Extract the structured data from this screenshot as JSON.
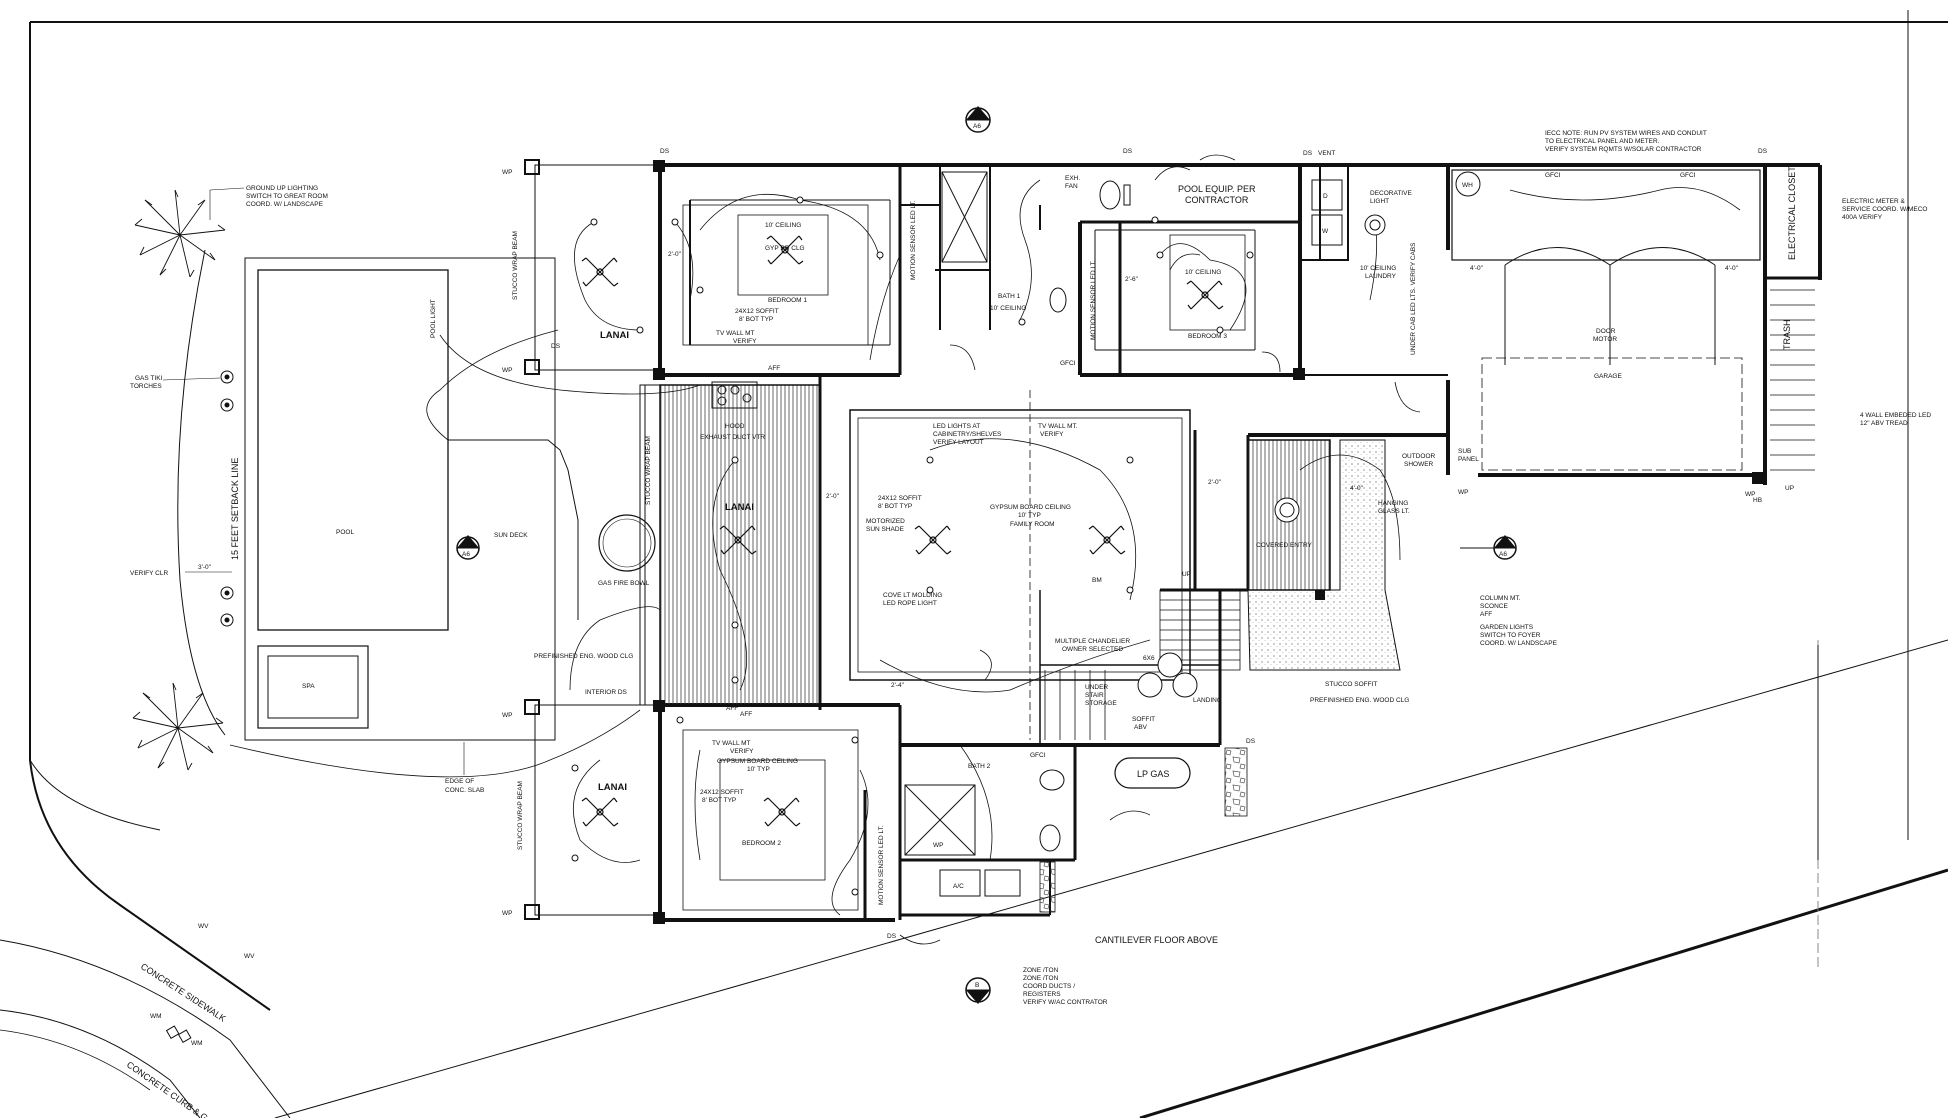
{
  "site": {
    "setback": "15 FEET SETBACK LINE",
    "verify_clr": "VERIFY CLR",
    "dim_3_0": "3'-0\"",
    "gas_tiki": [
      "GAS TIKI",
      "TORCHES"
    ],
    "pool": "POOL",
    "spa": "SPA",
    "sun_deck": "SUN DECK",
    "pool_light": "POOL LIGHT",
    "gas_fire_bowl": "GAS FIRE BOWL",
    "edge_slab": [
      "EDGE OF",
      "CONC. SLAB"
    ],
    "concrete_sidewalk": "CONCRETE SIDEWALK",
    "concrete_curb": "CONCRETE CURB & G",
    "wv": "WV",
    "wm": "WM",
    "ground_lighting": [
      "GROUND UP LIGHTING",
      "SWITCH TO GREAT ROOM",
      "COORD. W/ LANDSCAPE"
    ],
    "prefinished_wood_clg": "PREFINISHED ENG. WOOD CLG",
    "interior_ds": "INTERIOR DS",
    "stucco_wrap_beam": "STUCCO WRAP BEAM"
  },
  "rooms": {
    "lanai_top": "LANAI",
    "lanai_center": "LANAI",
    "lanai_bottom": "LANAI",
    "bedroom1": "BEDROOM 1",
    "bedroom2": "BEDROOM 2",
    "bedroom3": "BEDROOM 3",
    "bath1": "BATH 1",
    "bath2": "BATH 2",
    "laundry": "LAUNDRY",
    "garage": "GARAGE",
    "family_room": "FAMILY ROOM",
    "covered_entry": "COVERED ENTRY",
    "landing": "LANDING",
    "electrical_closet": "ELECTRICAL CLOSET",
    "trash": "TRASH",
    "pool_equip": [
      "POOL EQUIP. PER",
      "CONTRACTOR"
    ],
    "lp_gas": "LP GAS",
    "ac": "A/C",
    "outdoor_shower": [
      "OUTDOOR",
      "SHOWER"
    ]
  },
  "notes": {
    "ceiling_10": "10' CEILING",
    "gyp_bd_clg": "GYP BD CLG",
    "soffit_24x12_8": [
      "24X12 SOFFIT",
      "8' BOT TYP"
    ],
    "tv_wall_verify": [
      "TV WALL MT",
      "VERIFY"
    ],
    "tv_wall_verify2": [
      "TV WALL MT.",
      "VERIFY"
    ],
    "aff": "AFF",
    "motion_sensor": "MOTION SENSOR LED LT.",
    "bath1_ceiling": "10' CEILING",
    "exh_fan": [
      "EXH.",
      "FAN"
    ],
    "decorative_light": [
      "DECORATIVE",
      "LIGHT"
    ],
    "laundry_ceiling": "10' CEILING",
    "under_cab": "UNDER CAB LED LTS. VERIFY CABS",
    "iecc_note": [
      "IECC NOTE: RUN PV SYSTEM WIRES AND CONDUIT",
      "TO ELECTRICAL PANEL AND METER.",
      "VERIFY SYSTEM RQMTS W/SOLAR CONTRACTOR"
    ],
    "electric_meter": [
      "ELECTRIC METER &",
      "SERVICE COORD. W/MECO",
      "400A VERIFY"
    ],
    "door_motor": [
      "DOOR",
      "MOTOR"
    ],
    "wall_embeded": [
      "4 WALL EMBEDED LED",
      "12\" ABV TREAD"
    ],
    "led_cabinetry": [
      "LED LIGHTS AT",
      "CABINETRY/SHELVES",
      "VERIFY LAYOUT"
    ],
    "hood": [
      "HOOD",
      "EXHAUST DUCT VTR"
    ],
    "soffit_24x12_8typ": [
      "24X12 SOFFIT",
      "8' BOT TYP"
    ],
    "motorized_shade": [
      "MOTORIZED",
      "SUN SHADE"
    ],
    "gypsum_family": [
      "GYPSUM BOARD CEILING",
      "10' TYP"
    ],
    "cove_lt": [
      "COVE LT MOLDING",
      "LED ROPE LIGHT"
    ],
    "multiple_chandelier": [
      "MULTIPLE CHANDELIER",
      "OWNER SELECTED"
    ],
    "under_stair": [
      "UNDER",
      "STAIR",
      "STORAGE"
    ],
    "soffit_abv": [
      "SOFFIT",
      "ABV"
    ],
    "hanging_glass": [
      "HANGING",
      "GLASS LT."
    ],
    "column_sconce": [
      "COLUMN MT.",
      "SCONCE",
      "AFF"
    ],
    "garden_lights": [
      "GARDEN LIGHTS",
      "SWITCH TO FOYER",
      "COORD. W/ LANDSCAPE"
    ],
    "stucco_soffit": "STUCCO SOFFIT",
    "prefinished_clg2": "PREFINISHED ENG. WOOD CLG",
    "bm": "BM",
    "up": "UP",
    "sub_panel": [
      "SUB",
      "PANEL"
    ],
    "cantilever": "CANTILEVER FLOOR ABOVE",
    "zone_note": [
      "ZONE /TON",
      "ZONE /TON",
      "COORD DUCTS /",
      "REGISTERS",
      "VERIFY W/AC CONTRATOR"
    ],
    "bed2_gypsum": [
      "GYPSUM BOARD CEILING",
      "10' TYP"
    ],
    "bed2_soffit": [
      "24X12 SOFFIT",
      "8' BOT TYP"
    ],
    "ds": "DS",
    "wp": "WP",
    "vent": "VENT",
    "gfci": "GFCI",
    "wh": "WH",
    "hb": "HB",
    "dim_2_0": "2'-0\"",
    "dim_2_6": "2'-6\"",
    "dim_4_0": "4'-0\"",
    "dim_2_4": "2'-4\"",
    "d": "D",
    "w": "W",
    "cooktop_6x6": "6X6"
  },
  "section_marks": {
    "b": "B",
    "a": "A",
    "sheet": "A6"
  }
}
